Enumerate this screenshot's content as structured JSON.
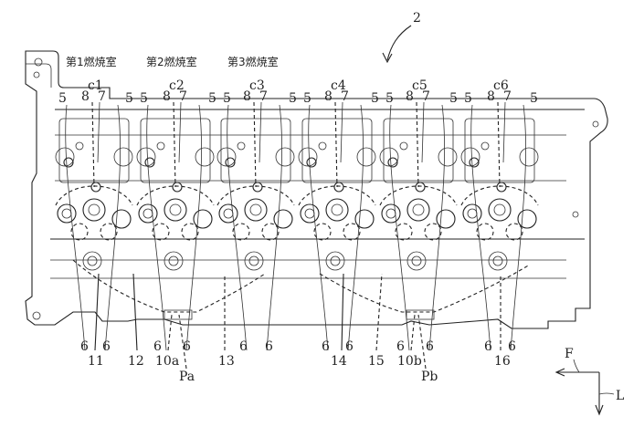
{
  "figure": {
    "reference_numeral": "2",
    "chamber_labels": [
      "第1燃焼室",
      "第2燃焼室",
      "第3燃焼室"
    ],
    "cylinder_labels": [
      "c1",
      "c2",
      "c3",
      "c4",
      "c5",
      "c6"
    ],
    "label_8": "8",
    "label_7": "7",
    "label_5": "5",
    "label_6": "6",
    "bottom_labels": [
      "11",
      "12",
      "10a",
      "13",
      "14",
      "15",
      "10b",
      "16"
    ],
    "point_labels": [
      "Pa",
      "Pb"
    ],
    "direction": {
      "front": "F",
      "left": "L"
    }
  }
}
